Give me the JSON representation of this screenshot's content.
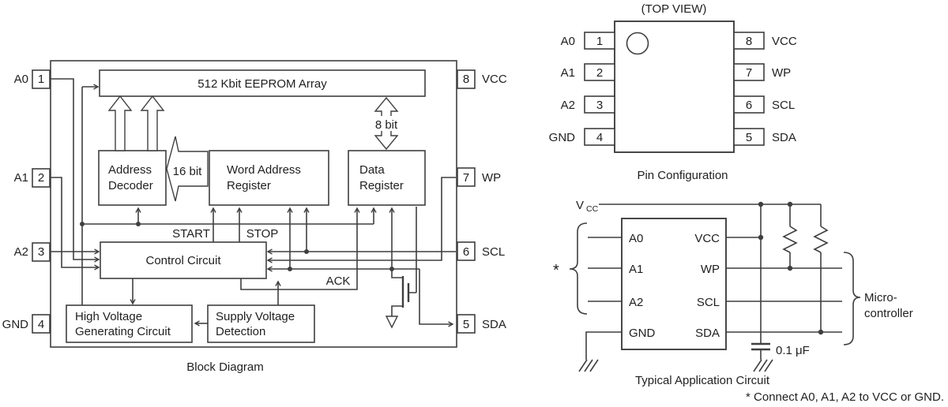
{
  "colors": {
    "line": "#3f3f3f",
    "text": "#1f1f1f",
    "background": "#ffffff"
  },
  "block_diagram": {
    "caption": "Block Diagram",
    "eeprom_array": "512 Kbit EEPROM Array",
    "address_decoder": {
      "line1": "Address",
      "line2": "Decoder"
    },
    "word_address_register": {
      "line1": "Word Address",
      "line2": "Register"
    },
    "data_register": {
      "line1": "Data",
      "line2": "Register"
    },
    "control_circuit": "Control Circuit",
    "high_voltage_generating_circuit": {
      "line1": "High Voltage",
      "line2": "Generating Circuit"
    },
    "supply_voltage_detection": {
      "line1": "Supply Voltage",
      "line2": "Detection"
    },
    "bus_16bit": "16 bit",
    "bus_8bit": "8 bit",
    "signal_start": "START",
    "signal_stop": "STOP",
    "signal_ack": "ACK",
    "pins_left": [
      {
        "num": "1",
        "label": "A0"
      },
      {
        "num": "2",
        "label": "A1"
      },
      {
        "num": "3",
        "label": "A2"
      },
      {
        "num": "4",
        "label": "GND"
      }
    ],
    "pins_right": [
      {
        "num": "8",
        "label": "VCC"
      },
      {
        "num": "7",
        "label": "WP"
      },
      {
        "num": "6",
        "label": "SCL"
      },
      {
        "num": "5",
        "label": "SDA"
      }
    ]
  },
  "pin_configuration": {
    "title": "(TOP VIEW)",
    "caption": "Pin Configuration",
    "pins_left": [
      {
        "num": "1",
        "label": "A0"
      },
      {
        "num": "2",
        "label": "A1"
      },
      {
        "num": "3",
        "label": "A2"
      },
      {
        "num": "4",
        "label": "GND"
      }
    ],
    "pins_right": [
      {
        "num": "8",
        "label": "VCC"
      },
      {
        "num": "7",
        "label": "WP"
      },
      {
        "num": "6",
        "label": "SCL"
      },
      {
        "num": "5",
        "label": "SDA"
      }
    ]
  },
  "application_circuit": {
    "caption": "Typical Application Circuit",
    "supply_label": "V",
    "supply_label_sub": "CC",
    "asterisk": "*",
    "capacitor_label": "0.1 μF",
    "microcontroller": {
      "line1": "Micro-",
      "line2": "controller"
    },
    "ic_pins_left": [
      "A0",
      "A1",
      "A2",
      "GND"
    ],
    "ic_pins_right": [
      "VCC",
      "WP",
      "SCL",
      "SDA"
    ],
    "footnote": "* Connect A0, A1, A2 to VCC or GND."
  }
}
